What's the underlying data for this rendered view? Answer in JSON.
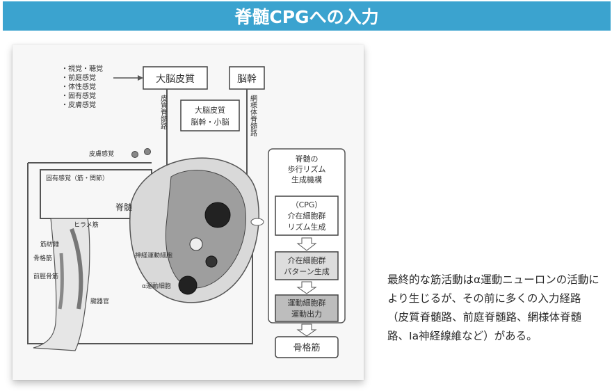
{
  "slide": {
    "title": "脊髄CPGへの入力",
    "description": "最終的な筋活動はα運動ニューロンの活動により生じるが、その前に多くの入力経路（皮質脊髄路、前庭脊髄路、網様体脊髄路、Ia神経線維など）がある。"
  },
  "figure": {
    "sensory_inputs": [
      "・視覚・聴覚",
      "・前庭感覚",
      "・体性感覚",
      "・固有感覚",
      "・皮膚感覚"
    ],
    "cerebral_cortex": "大脳皮質",
    "brainstem": "脳幹",
    "corticospinal_tract": "皮質脊髄路",
    "reticulospinal_tract": "網様体脊髄路",
    "cortex_brainstem_cerebellum_line1": "大脳皮質",
    "cortex_brainstem_cerebellum_line2": "脳幹・小脳",
    "skin_sense": "皮膚感覚",
    "proprioception": "固有感覚（筋・関節）",
    "spinal_cord": "脊髄",
    "spinal_gait_rhythm_line1": "脊髄の",
    "spinal_gait_rhythm_line2": "歩行リズム",
    "spinal_gait_rhythm_line3": "生成機構",
    "cpg_line1": "（CPG）",
    "cpg_line2": "介在細胞群",
    "cpg_line3": "リズム生成",
    "pattern_line1": "介在細胞群",
    "pattern_line2": "パターン生成",
    "motor_line1": "運動細胞群",
    "motor_line2": "運動出力",
    "skeletal_muscle": "骨格筋",
    "soleus": "ヒラメ筋",
    "muscle_spindle": "筋紡錘",
    "skeletal_muscle_side": "骨格筋",
    "tibialis_anterior": "前脛骨筋",
    "tendon_organ": "腱器官",
    "interneuron_label": "神経運動細胞",
    "motor_cell_label": "α運動細胞"
  }
}
